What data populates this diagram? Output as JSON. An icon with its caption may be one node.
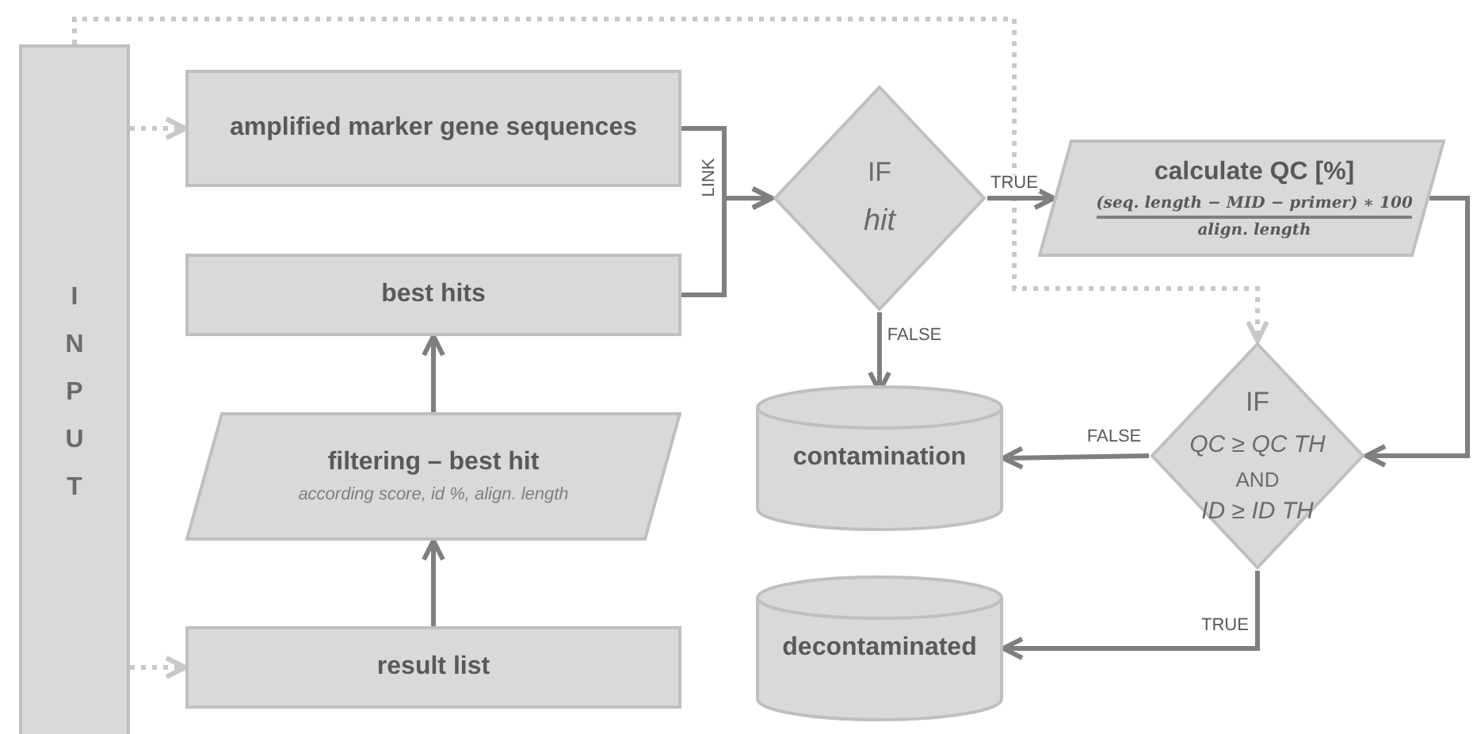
{
  "diagram": {
    "nodes": [
      {
        "text": [
          "INPUT"
        ]
      },
      {
        "text": [
          "amplified marker gene sequences"
        ]
      },
      {
        "text": [
          "best hits"
        ]
      },
      {
        "text": [
          "filtering – best hit",
          "according score, id %, align. length"
        ]
      },
      {
        "text": [
          "result list"
        ]
      },
      {
        "text": [
          "IF",
          "hit"
        ]
      },
      {
        "text": [
          "calculate QC [%]",
          "(seq. length − MID − primer) ∗ 100",
          "align. length"
        ]
      },
      {
        "text": [
          "contamination"
        ]
      },
      {
        "text": [
          "IF",
          "QC ≥ QC TH",
          "AND",
          "ID ≥ ID TH"
        ]
      },
      {
        "text": [
          "decontaminated"
        ]
      }
    ],
    "edges": [
      {
        "from": 0,
        "to": 1,
        "arrow": "to",
        "style": "dashed",
        "color": "#c8c8c8"
      },
      {
        "from": 0,
        "to": 4,
        "arrow": "to",
        "style": "dashed",
        "color": "#c8c8c8"
      },
      {
        "from": 0,
        "to": 8,
        "arrow": "to",
        "style": "dashed",
        "color": "#c8c8c8"
      },
      {
        "from": 1,
        "to": 5,
        "arrow": "to",
        "label": "LINK"
      },
      {
        "from": 2,
        "to": 5,
        "arrow": "to"
      },
      {
        "from": 4,
        "to": 3,
        "arrow": "to"
      },
      {
        "from": 3,
        "to": 2,
        "arrow": "to"
      },
      {
        "from": 5,
        "to": 6,
        "arrow": "to",
        "label": "TRUE"
      },
      {
        "from": 5,
        "to": 7,
        "arrow": "to",
        "label": "FALSE"
      },
      {
        "from": 6,
        "to": 8,
        "arrow": "to"
      },
      {
        "from": 8,
        "to": 7,
        "arrow": "to",
        "label": "FALSE"
      },
      {
        "from": 8,
        "to": 9,
        "arrow": "to",
        "label": "TRUE"
      }
    ]
  }
}
